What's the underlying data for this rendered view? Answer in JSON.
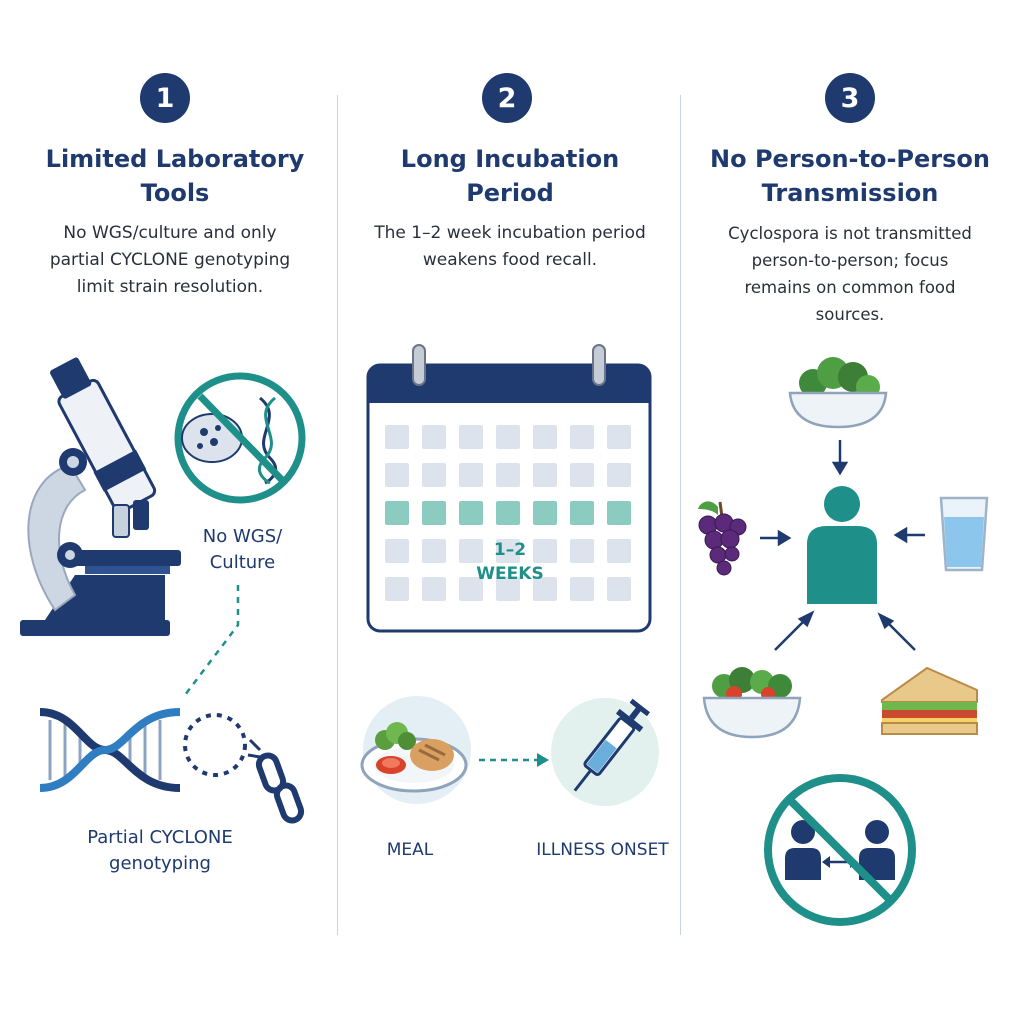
{
  "columns": [
    {
      "number": "1",
      "title_line1": "Limited Laboratory",
      "title_line2": "Tools",
      "desc_lines": [
        "No WGS/culture and only",
        "partial CYCLONE genotyping",
        "limit strain resolution."
      ],
      "label_a_line1": "No WGS/",
      "label_a_line2": "Culture",
      "label_b_line1": "Partial CYCLONE",
      "label_b_line2": "genotyping"
    },
    {
      "number": "2",
      "title_line1": "Long Incubation",
      "title_line2": "Period",
      "desc_lines": [
        "The 1–2 week incubation period",
        "weakens food recall."
      ],
      "calendar_label_line1": "1–2",
      "calendar_label_line2": "WEEKS",
      "meal_label": "MEAL",
      "onset_label": "ILLNESS ONSET"
    },
    {
      "number": "3",
      "title_line1": "No Person-to-Person",
      "title_line2": "Transmission",
      "desc_lines": [
        "Cyclospora is not transmitted",
        "person-to-person; focus",
        "remains on common food",
        "sources."
      ]
    }
  ],
  "colors": {
    "navy": "#1e3a6e",
    "teal": "#1f8f8a",
    "teal_light": "#8ccbc0",
    "grey_cell": "#dce3ec"
  },
  "icons": [
    "microscope-icon",
    "no-wgs-culture-icon",
    "dna-helix-icon",
    "broken-chain-icon",
    "calendar-icon",
    "meal-plate-icon",
    "syringe-icon",
    "salad-bowl-icon",
    "grapes-icon",
    "water-glass-icon",
    "person-icon",
    "sandwich-icon",
    "no-person-to-person-icon"
  ]
}
